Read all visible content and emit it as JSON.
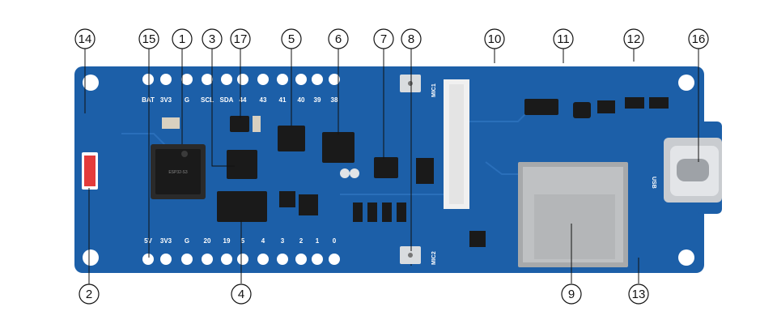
{
  "top_pin_labels": [
    "BAT",
    "3V3",
    "G",
    "SCL",
    "SDA",
    "44",
    "43",
    "41",
    "40",
    "39",
    "38"
  ],
  "bottom_pin_labels": [
    "5V",
    "3V3",
    "G",
    "20",
    "19",
    "5",
    "4",
    "3",
    "2",
    "1",
    "0"
  ],
  "board_silkscreen": {
    "mic1": "MIC1",
    "mic2": "MIC2",
    "usb": "USB"
  },
  "callouts": [
    "1",
    "2",
    "3",
    "4",
    "5",
    "6",
    "7",
    "8",
    "9",
    "10",
    "11",
    "12",
    "13",
    "14",
    "15",
    "16",
    "17"
  ],
  "colors": {
    "board": "#1c5fa8",
    "chip": "#1a1a1a",
    "pad": "#d9dcdf",
    "sd_slot": "#a7a9ab",
    "usb_metal": "#c9ccd0"
  }
}
